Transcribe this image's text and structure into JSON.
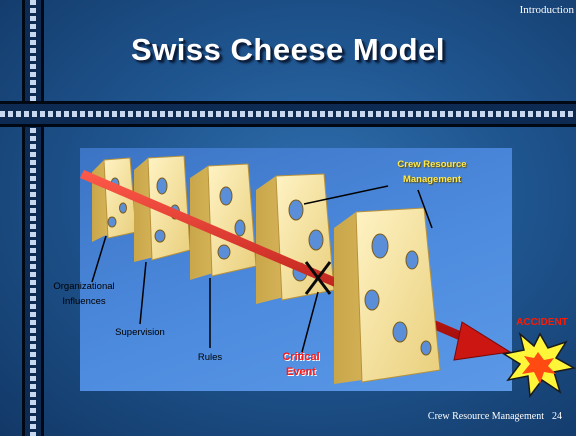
{
  "header": {
    "section": "Introduction",
    "title": "Swiss Cheese Model"
  },
  "diagram": {
    "layers": [
      {
        "label": "Organizational\nInfluences"
      },
      {
        "label": "Supervision"
      },
      {
        "label": "Rules"
      },
      {
        "label": "Critical\nEvent"
      },
      {
        "label": "Crew Resource\nManagement"
      }
    ],
    "outcome": "ACCIDENT"
  },
  "footer": {
    "course": "Crew Resource Management",
    "page": "24"
  },
  "colors": {
    "background": "#1f558f",
    "panel": "#4a86d6",
    "cheese": "#f6e2a0",
    "arrow": "#d81a16",
    "highlight": "#ffe94a",
    "critical": "#ff1818"
  }
}
